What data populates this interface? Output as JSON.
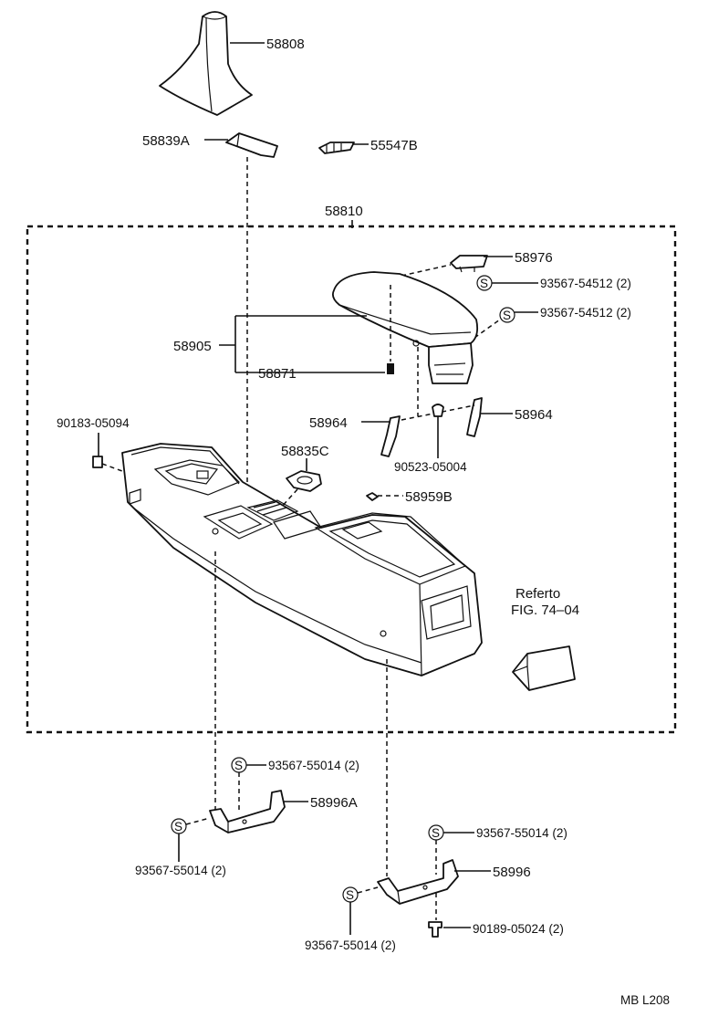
{
  "diagram": {
    "assembly_number": "58810",
    "labels": {
      "shift_boot": "58808",
      "plate_a": "58839A",
      "clip_b": "55547B",
      "hinge": "58976",
      "washer_s1": "93567-54512 (2)",
      "washer_s2": "93567-54512 (2)",
      "armrest": "58905",
      "pin": "58871",
      "stay_left": "58964",
      "stay_right": "58964",
      "clip_nut": "90183-05094",
      "clip_screw": "90523-05004",
      "cover_c": "58835C",
      "cap_b": "58959B",
      "refer_line1": "Referto",
      "refer_line2": "FIG. 74–04",
      "bracket_a_screw_top": "93567-55014 (2)",
      "bracket_a": "58996A",
      "bracket_a_screw_bottom": "93567-55014 (2)",
      "bracket_screw_top": "93567-55014 (2)",
      "bracket": "58996",
      "bracket_screw_bottom": "93567-55014 (2)",
      "bracket_bolt": "90189-05024 (2)",
      "footer_code": "MB L208"
    },
    "symbol_s": "S"
  }
}
